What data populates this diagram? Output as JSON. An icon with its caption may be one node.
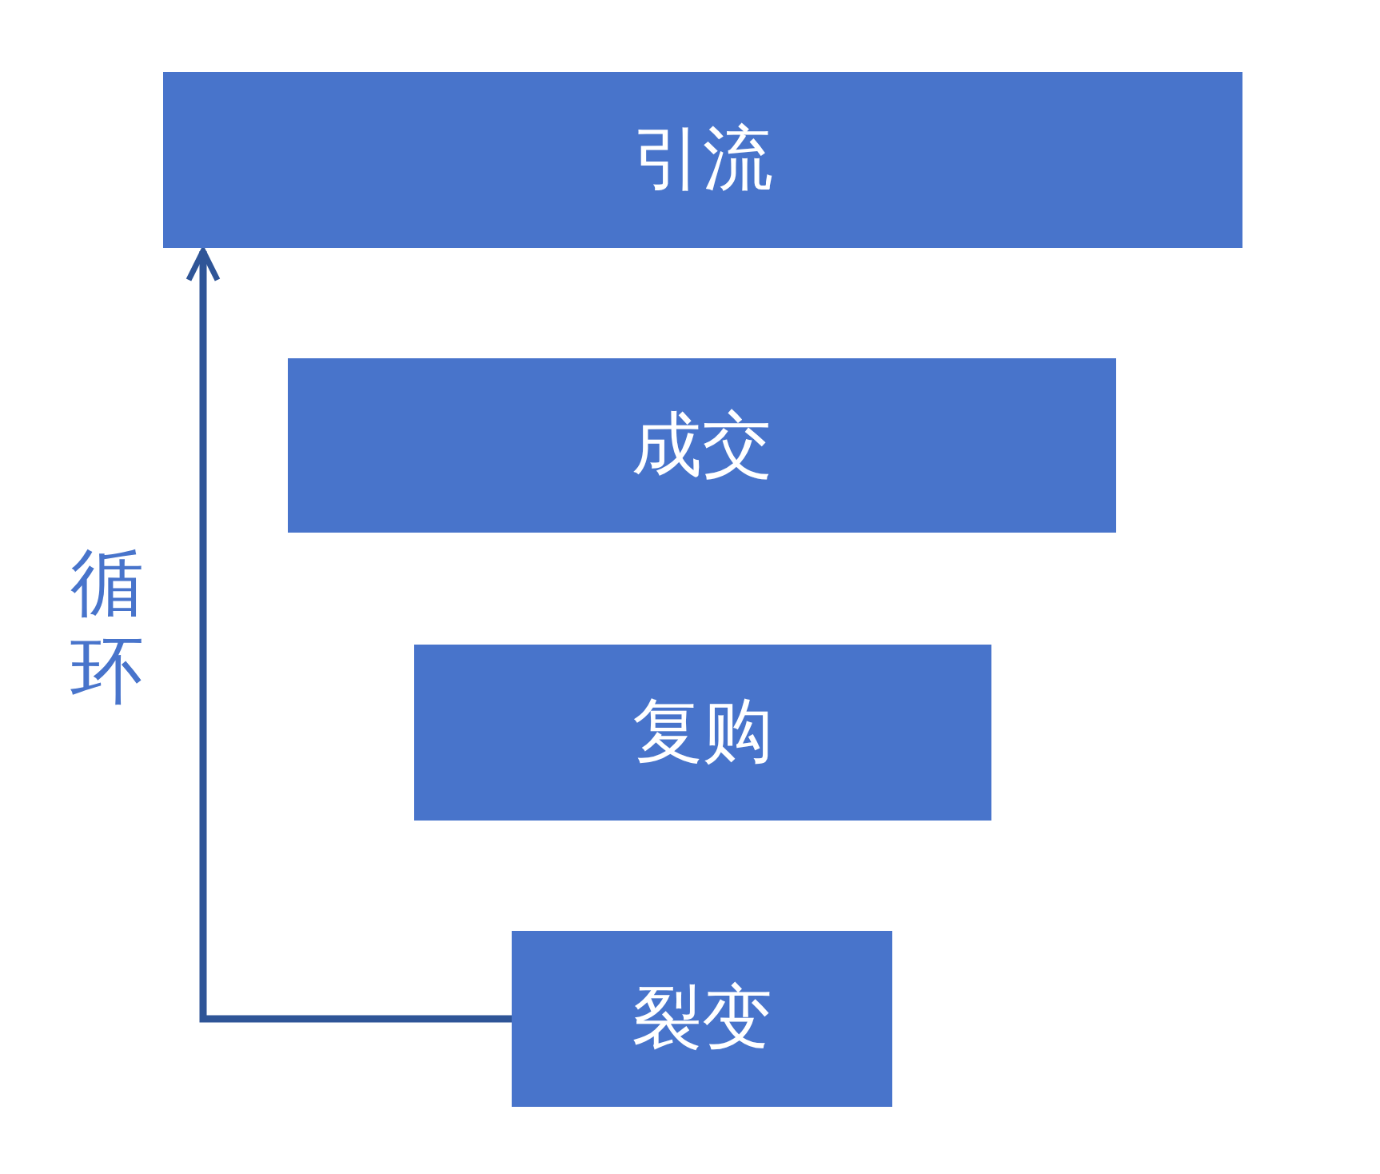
{
  "diagram": {
    "nodes": [
      {
        "text": [
          "引流"
        ]
      },
      {
        "text": [
          "成交"
        ]
      },
      {
        "text": [
          "复购"
        ]
      },
      {
        "text": [
          "裂变"
        ]
      }
    ],
    "edges": [
      {
        "from": 3,
        "to": 0,
        "arrow": "to",
        "label": "循环"
      }
    ]
  }
}
